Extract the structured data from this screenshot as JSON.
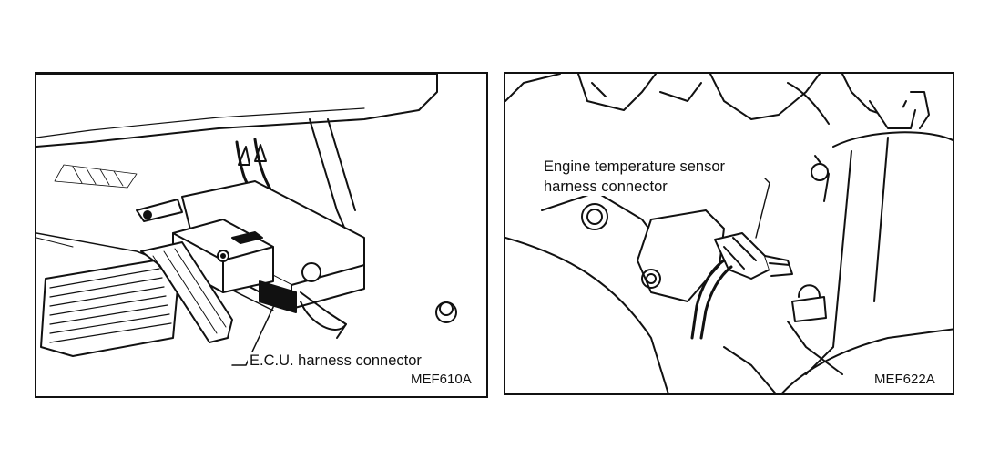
{
  "figures": [
    {
      "callout": "E.C.U. harness connector",
      "code": "MEF610A"
    },
    {
      "callout_line1": "Engine temperature sensor",
      "callout_line2": "harness connector",
      "code": "MEF622A"
    }
  ]
}
